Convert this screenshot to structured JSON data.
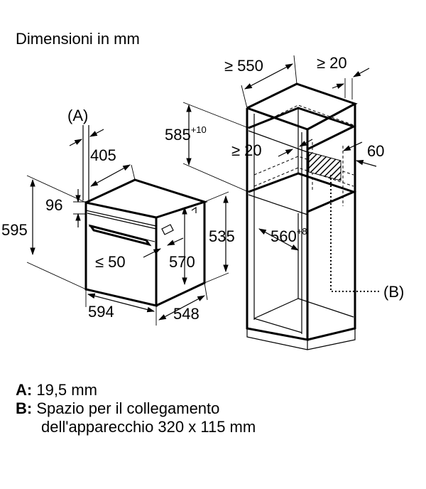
{
  "title": "Dimensioni in mm",
  "labels": {
    "a_marker": "(A)",
    "b_marker": "(B)",
    "d405": "405",
    "d96": "96",
    "d595": "595",
    "d50": "≤ 50",
    "d570": "570",
    "d535": "535",
    "d594": "594",
    "d548": "548",
    "d550": "≥ 550",
    "d20_top": "≥ 20",
    "d585": "585",
    "d585_tol": "+10",
    "d20_mid": "≥ 20",
    "d60": "60",
    "d560": "560",
    "d560_tol": "+8"
  },
  "legend": {
    "a_key": "A:",
    "a_text": "19,5 mm",
    "b_key": "B:",
    "b_text_1": "Spazio per il collegamento",
    "b_text_2": "dell'apparecchio 320 x 115 mm"
  }
}
